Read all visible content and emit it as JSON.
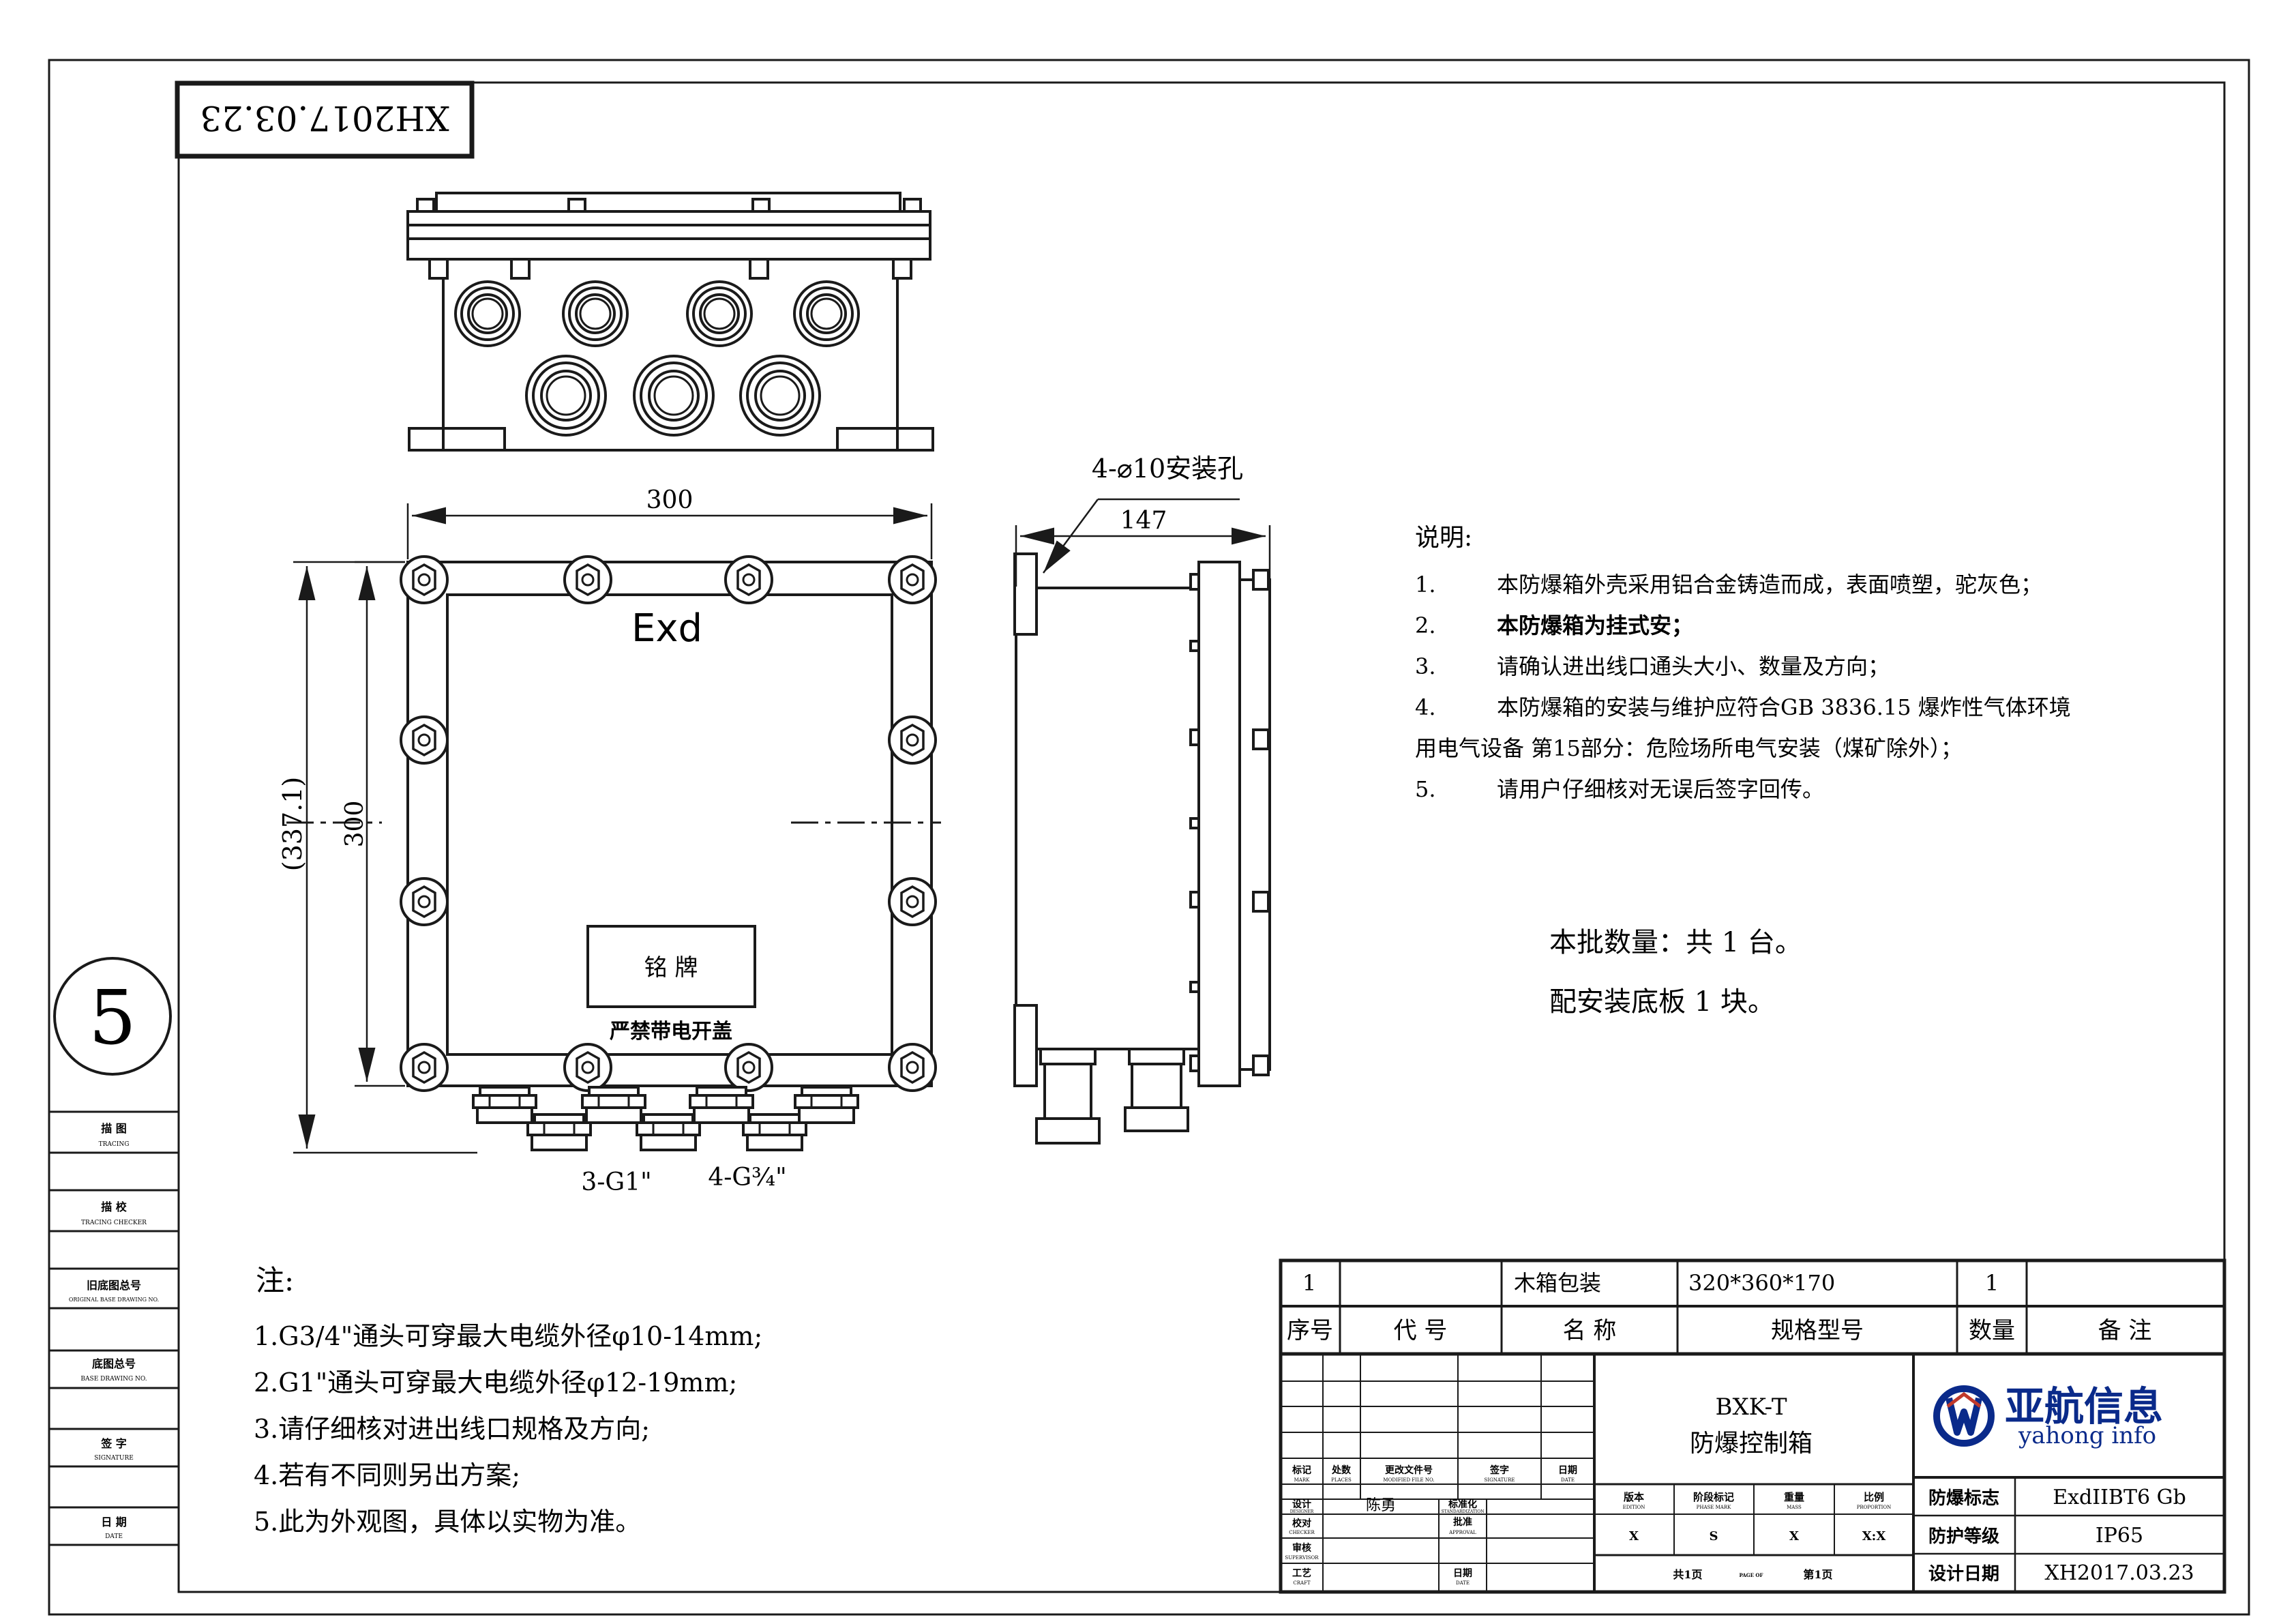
{
  "stamp": "XH2017.03.23",
  "sheet_number": "5",
  "left_strip": [
    {
      "cn": "描 图",
      "en": "TRACING"
    },
    {
      "cn": "描 校",
      "en": "TRACING CHECKER"
    },
    {
      "cn": "旧底图总号",
      "en": "ORIGINAL BASE DRAWING NO."
    },
    {
      "cn": "底图总号",
      "en": "BASE DRAWING NO."
    },
    {
      "cn": "签 字",
      "en": "SIGNATURE"
    },
    {
      "cn": "日 期",
      "en": "DATE"
    }
  ],
  "front_view": {
    "width_dim": "300",
    "height_dim": "300",
    "overall_dim": "(337.1)",
    "exd_label": "Exd",
    "nameplate": "铭  牌",
    "warning": "严禁带电开盖",
    "bottom_left_label": "3-G1\"",
    "bottom_right_label": "4-G¾\""
  },
  "side_view": {
    "depth_dim": "147",
    "mount_hole_label": "4-⌀10安装孔"
  },
  "description": {
    "heading": "说明:",
    "items": [
      {
        "num": "1.",
        "text": "本防爆箱外壳采用铝合金铸造而成，表面喷塑，驼灰色；"
      },
      {
        "num": "2.",
        "text": "本防爆箱为挂式安；"
      },
      {
        "num": "3.",
        "text": "请确认进出线口通头大小、数量及方向；"
      },
      {
        "num": "4.",
        "text": "本防爆箱的安装与维护应符合GB 3836.15 爆炸性气体环境"
      },
      {
        "num": "",
        "text": "用电气设备 第15部分：危险场所电气安装（煤矿除外）；"
      },
      {
        "num": "5.",
        "text": "请用户仔细核对无误后签字回传。"
      }
    ]
  },
  "batch": {
    "quantity": "本批数量：共 1 台。",
    "base_plate": "配安装底板 1 块。"
  },
  "notes": {
    "heading": "注:",
    "items": [
      "1.G3/4\"通头可穿最大电缆外径φ10-14mm;",
      "2.G1\"通头可穿最大电缆外径φ12-19mm;",
      "3.请仔细核对进出线口规格及方向;",
      "4.若有不同则另出方案;",
      "5.此为外观图，具体以实物为准。"
    ]
  },
  "parts_table": {
    "row": {
      "seq": "1",
      "code": "",
      "name": "木箱包装",
      "spec": "320*360*170",
      "qty": "1",
      "remark": ""
    },
    "headers": {
      "seq": "序号",
      "code": "代  号",
      "name": "名  称",
      "spec": "规格型号",
      "qty": "数量",
      "remark": "备  注"
    }
  },
  "title_block": {
    "product_code": "BXK-T",
    "product_name": "防爆控制箱",
    "company_cn": "亚航信息",
    "company_en": "yahong info",
    "brand_color": "#0a2a8a",
    "revision_header": [
      {
        "cn": "标记",
        "en": "MARK"
      },
      {
        "cn": "处数",
        "en": "PLACES"
      },
      {
        "cn": "更改文件号",
        "en": "MODIFIED FILE NO."
      },
      {
        "cn": "签字",
        "en": "SIGNATURE"
      },
      {
        "cn": "日期",
        "en": "DATE"
      }
    ],
    "roles": {
      "design": {
        "cn": "设计",
        "en": "DESIGNER",
        "value": "陈勇"
      },
      "check": {
        "cn": "校对",
        "en": "CHECKER"
      },
      "supervise": {
        "cn": "审核",
        "en": "SUPERVISOR"
      },
      "craft": {
        "cn": "工艺",
        "en": "CRAFT"
      },
      "standard": {
        "cn": "标准化",
        "en": "STANDARDIZATION"
      },
      "approve": {
        "cn": "批准",
        "en": "APPROVAL"
      },
      "date": {
        "cn": "日期",
        "en": "DATE"
      }
    },
    "info_headers": [
      {
        "cn": "版本",
        "en": "EDITION",
        "value": "X"
      },
      {
        "cn": "阶段标记",
        "en": "PHASE MARK",
        "value": "S"
      },
      {
        "cn": "重量",
        "en": "MASS",
        "value": "X"
      },
      {
        "cn": "比例",
        "en": "PROPORTION",
        "value": "X:X"
      }
    ],
    "page_line": {
      "total": "共1页",
      "page_of": "PAGE OF",
      "current": "第1页"
    },
    "ex_mark_label": "防爆标志",
    "ex_mark_value": "ExdIIBT6 Gb",
    "ip_label": "防护等级",
    "ip_value": "IP65",
    "date_label": "设计日期",
    "date_value": "XH2017.03.23"
  }
}
